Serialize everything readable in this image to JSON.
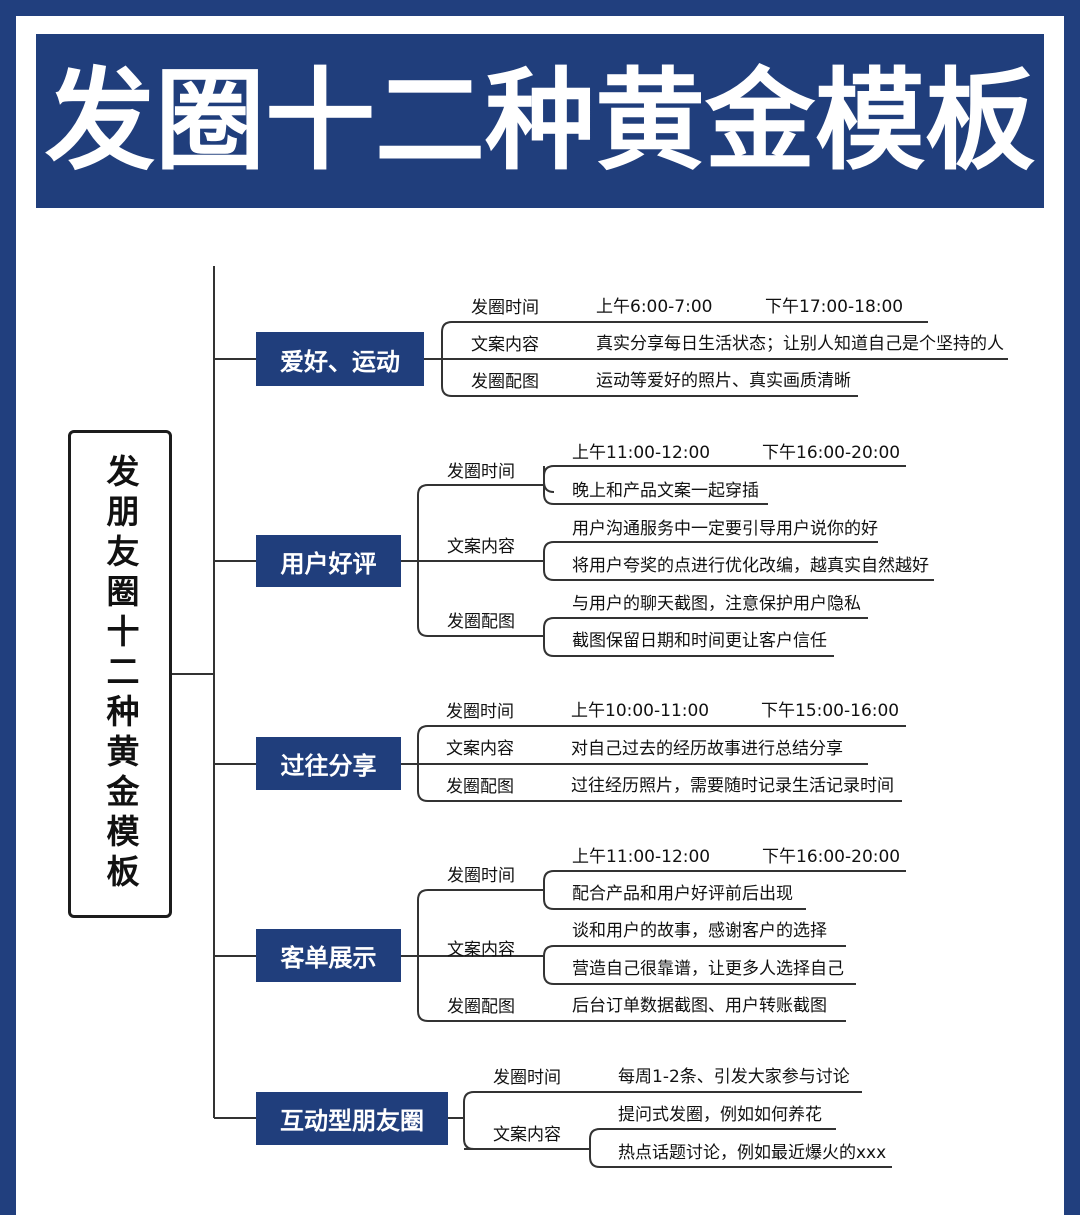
{
  "title": "发圈十二种黄金模板",
  "side_label": "发朋友圈十二种黄金模板",
  "sections": [
    {
      "name": "爱好、运动",
      "rows": [
        {
          "label": "发圈时间",
          "values": [
            "上午6:00-7:00",
            "下午17:00-18:00"
          ]
        },
        {
          "label": "文案内容",
          "values": [
            "真实分享每日生活状态；让别人知道自己是个坚持的人"
          ]
        },
        {
          "label": "发圈配图",
          "values": [
            "运动等爱好的照片、真实画质清晰"
          ]
        }
      ]
    },
    {
      "name": "用户好评",
      "rows": [
        {
          "label": "发圈时间",
          "values": [
            "上午11:00-12:00",
            "下午16:00-20:00"
          ]
        },
        {
          "label": "",
          "values": [
            "晚上和产品文案一起穿插"
          ]
        },
        {
          "label": "文案内容",
          "values": [
            "用户沟通服务中一定要引导用户说你的好"
          ]
        },
        {
          "label": "",
          "values": [
            "将用户夸奖的点进行优化改编，越真实自然越好"
          ]
        },
        {
          "label": "发圈配图",
          "values": [
            "与用户的聊天截图，注意保护用户隐私"
          ]
        },
        {
          "label": "",
          "values": [
            "截图保留日期和时间更让客户信任"
          ]
        }
      ]
    },
    {
      "name": "过往分享",
      "rows": [
        {
          "label": "发圈时间",
          "values": [
            "上午10:00-11:00",
            "下午15:00-16:00"
          ]
        },
        {
          "label": "文案内容",
          "values": [
            "对自己过去的经历故事进行总结分享"
          ]
        },
        {
          "label": "发圈配图",
          "values": [
            "过往经历照片，需要随时记录生活记录时间"
          ]
        }
      ]
    },
    {
      "name": "客单展示",
      "rows": [
        {
          "label": "发圈时间",
          "values": [
            "上午11:00-12:00",
            "下午16:00-20:00"
          ]
        },
        {
          "label": "",
          "values": [
            "配合产品和用户好评前后出现"
          ]
        },
        {
          "label": "文案内容",
          "values": [
            "谈和用户的故事，感谢客户的选择"
          ]
        },
        {
          "label": "",
          "values": [
            "营造自己很靠谱，让更多人选择自己"
          ]
        },
        {
          "label": "发圈配图",
          "values": [
            "后台订单数据截图、用户转账截图"
          ]
        }
      ]
    },
    {
      "name": "互动型朋友圈",
      "rows": [
        {
          "label": "发圈时间",
          "values": [
            "每周1-2条、引发大家参与讨论"
          ]
        },
        {
          "label": "文案内容",
          "values": [
            "提问式发圈，例如如何养花"
          ]
        },
        {
          "label": "",
          "values": [
            "热点话题讨论，例如最近爆火的xxx"
          ]
        }
      ]
    }
  ],
  "colors": {
    "navy": "#203e7c",
    "line": "#333333",
    "text": "#111111"
  }
}
